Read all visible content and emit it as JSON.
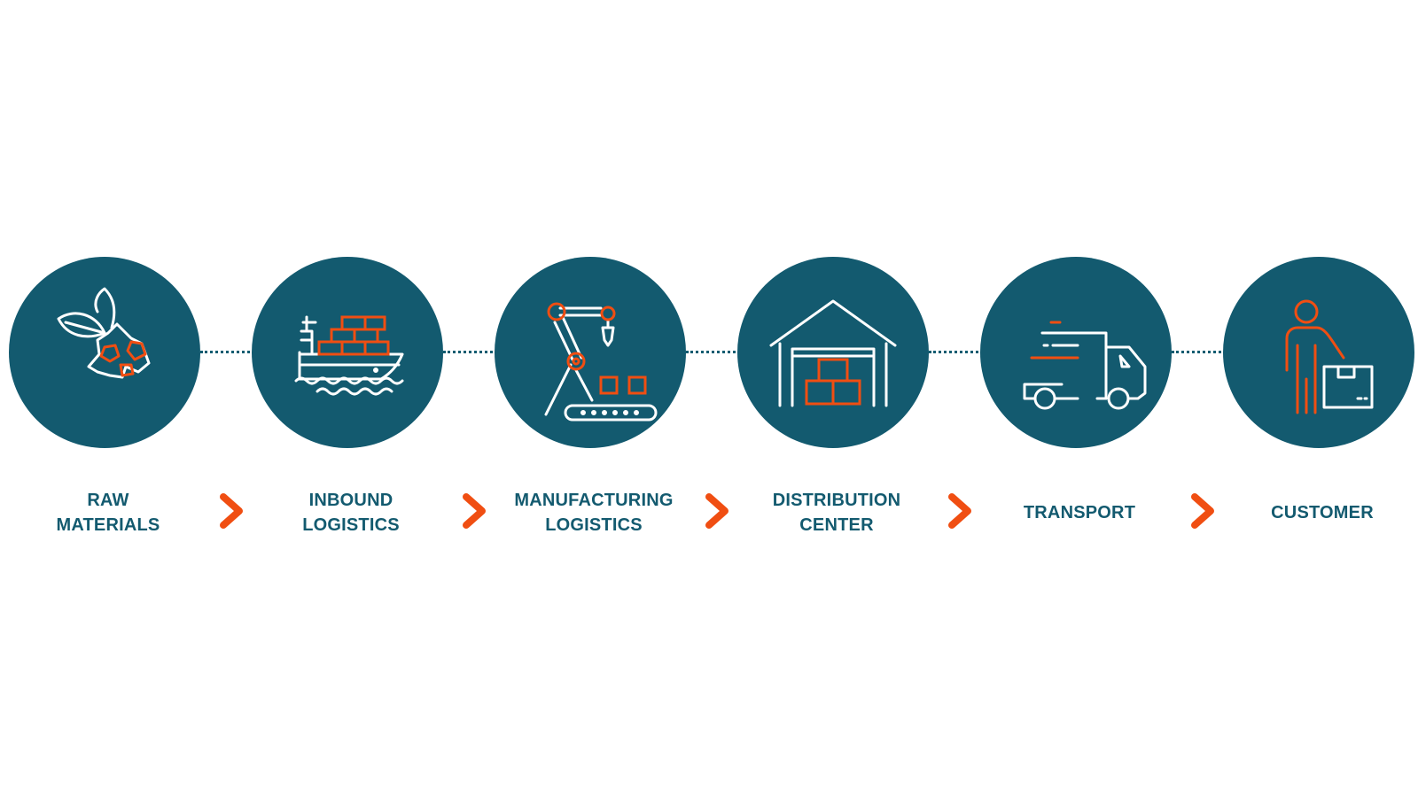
{
  "colors": {
    "circle": "#135a6f",
    "accent": "#f04e12",
    "icon_line": "#ffffff",
    "label_text": "#135a6f"
  },
  "steps": [
    {
      "label_lines": [
        "RAW",
        "MATERIALS"
      ],
      "icon": "leaf-rocks-icon"
    },
    {
      "label_lines": [
        "INBOUND",
        "LOGISTICS"
      ],
      "icon": "cargo-ship-icon"
    },
    {
      "label_lines": [
        "MANUFACTURING",
        "LOGISTICS"
      ],
      "icon": "robot-arm-conveyor-icon"
    },
    {
      "label_lines": [
        "DISTRIBUTION",
        "CENTER"
      ],
      "icon": "warehouse-icon"
    },
    {
      "label_lines": [
        "TRANSPORT"
      ],
      "icon": "delivery-truck-icon"
    },
    {
      "label_lines": [
        "CUSTOMER"
      ],
      "icon": "person-with-box-icon"
    }
  ],
  "separator_icon": "chevron-right-icon"
}
